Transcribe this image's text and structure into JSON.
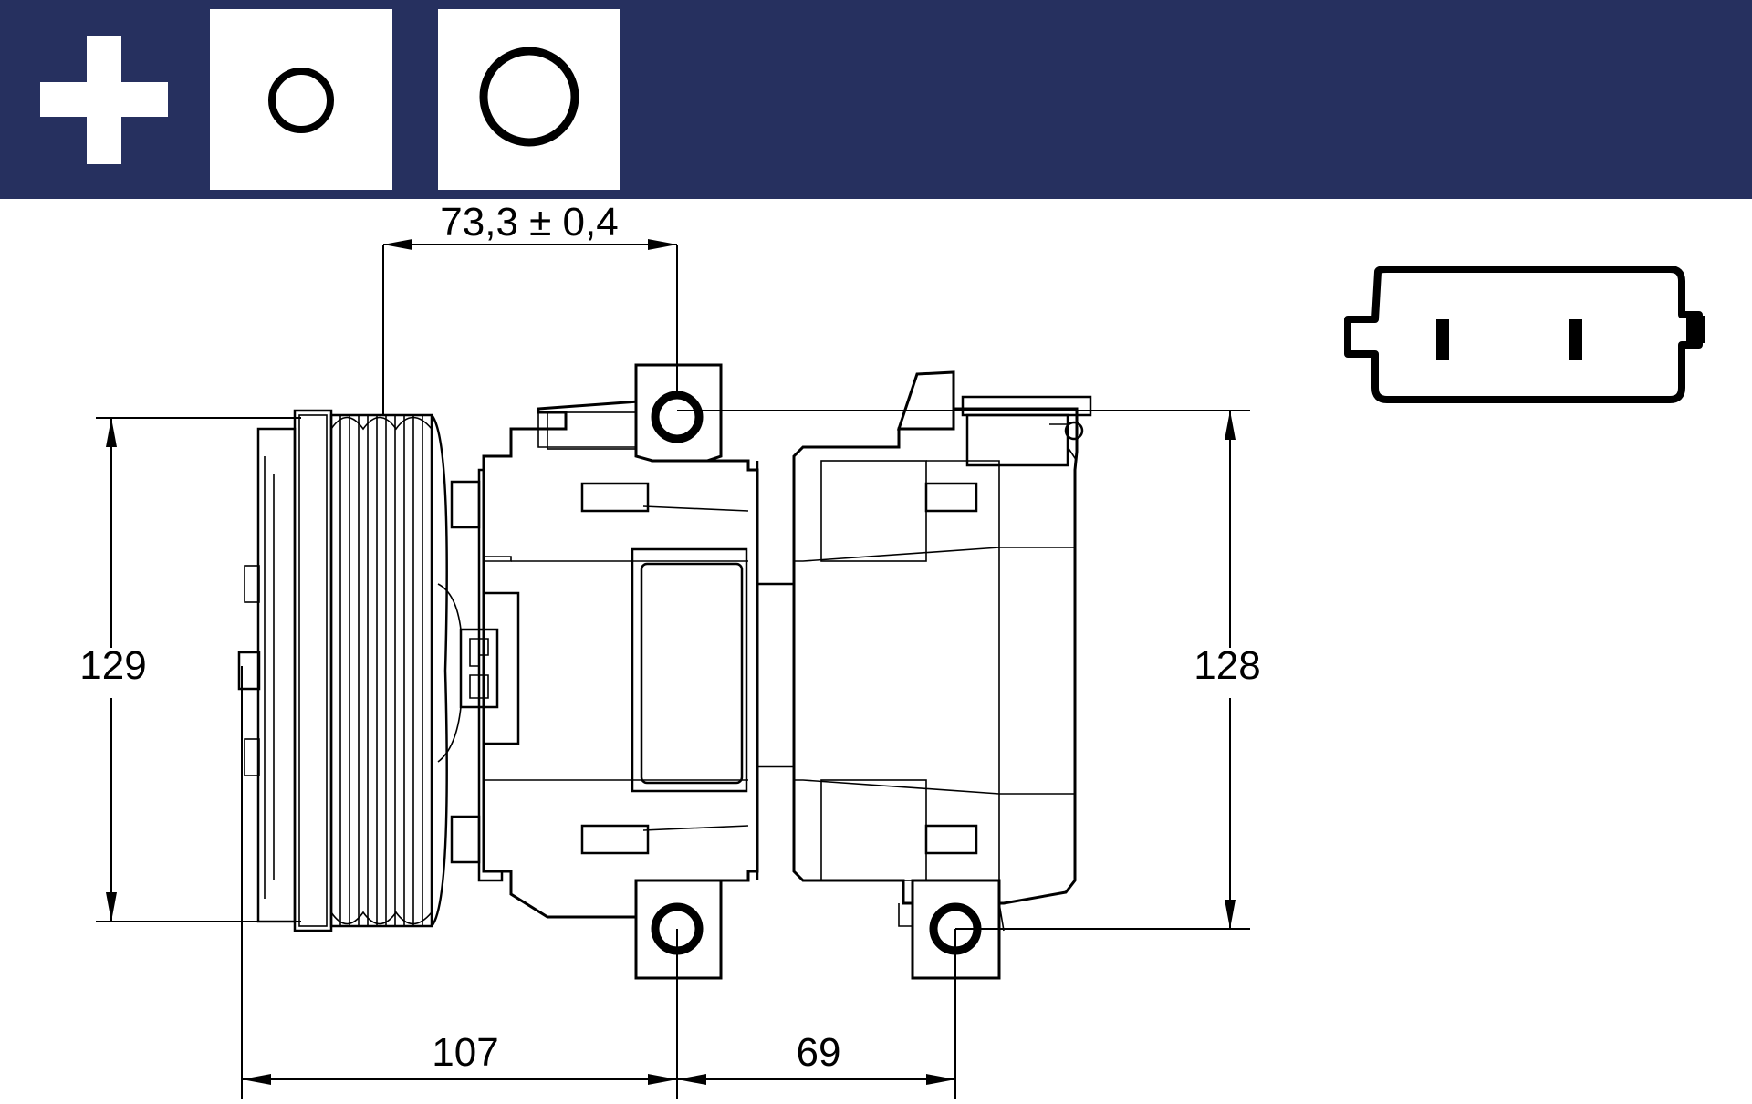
{
  "header": {
    "color": "#26305f",
    "icons": [
      "plus-icon",
      "small-circle-icon",
      "large-circle-icon"
    ]
  },
  "dimensions": {
    "top": "73,3 ± 0,4",
    "left_height": "129",
    "right_height": "128",
    "bottom_left": "107",
    "bottom_right": "69"
  },
  "connector": {
    "pins": 2
  }
}
